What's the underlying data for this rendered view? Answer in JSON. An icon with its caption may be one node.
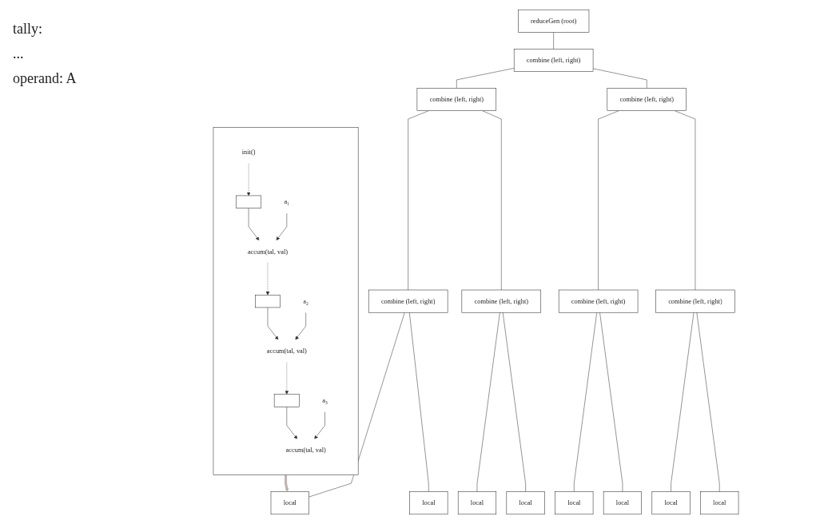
{
  "diagram": {
    "nodes": [
      {
        "text": [
          "reduceGen (root)"
        ]
      },
      {
        "text": [
          "combine (left, right)"
        ]
      },
      {
        "text": [
          "combine (left, right)"
        ]
      },
      {
        "text": [
          "combine (left, right)"
        ]
      },
      {
        "text": [
          "combine (left, right)"
        ]
      },
      {
        "text": [
          "combine (left, right)"
        ]
      },
      {
        "text": [
          "combine (left, right)"
        ]
      },
      {
        "text": [
          "combine (left, right)"
        ]
      },
      {
        "text": [
          "local"
        ]
      },
      {
        "text": [
          "local"
        ]
      },
      {
        "text": [
          "local"
        ]
      },
      {
        "text": [
          "local"
        ]
      },
      {
        "text": [
          "local"
        ]
      },
      {
        "text": [
          "local"
        ]
      },
      {
        "text": [
          "local"
        ]
      },
      {
        "text": [
          "local"
        ]
      },
      {
        "text": [],
        "shape": "box"
      },
      {
        "text": [],
        "shape": "box",
        "in": 16
      },
      {
        "text": [],
        "shape": "box",
        "in": 16
      },
      {
        "text": [],
        "shape": "box",
        "in": 16
      },
      {
        "text": [
          "init()"
        ],
        "in": 16
      },
      {
        "text": [
          "accum(tal, val)"
        ],
        "in": 16
      },
      {
        "text": [
          "accum(tal, val)"
        ],
        "in": 16
      },
      {
        "text": [
          "accum(tal, val)"
        ],
        "in": 16
      },
      {
        "text": [
          "a₁"
        ],
        "in": 16
      },
      {
        "text": [
          "a₂"
        ],
        "in": 16
      },
      {
        "text": [
          "a₃"
        ],
        "in": 16
      }
    ],
    "edges": [
      {
        "from": 0,
        "to": 1,
        "arrow": "none"
      },
      {
        "from": 1,
        "to": 2,
        "arrow": "none"
      },
      {
        "from": 1,
        "to": 3,
        "arrow": "none"
      },
      {
        "from": 2,
        "to": 4,
        "arrow": "none"
      },
      {
        "from": 2,
        "to": 5,
        "arrow": "none"
      },
      {
        "from": 3,
        "to": 6,
        "arrow": "none"
      },
      {
        "from": 3,
        "to": 7,
        "arrow": "none"
      },
      {
        "from": 4,
        "to": 8,
        "arrow": "none"
      },
      {
        "from": 4,
        "to": 9,
        "arrow": "none"
      },
      {
        "from": 5,
        "to": 10,
        "arrow": "none"
      },
      {
        "from": 5,
        "to": 11,
        "arrow": "none"
      },
      {
        "from": 6,
        "to": 12,
        "arrow": "none"
      },
      {
        "from": 6,
        "to": 13,
        "arrow": "none"
      },
      {
        "from": 7,
        "to": 14,
        "arrow": "none"
      },
      {
        "from": 7,
        "to": 15,
        "arrow": "none"
      },
      {
        "from": 16,
        "to": 8,
        "arrow": "to",
        "style": "thick",
        "color": "#bdb5b5"
      },
      {
        "from": 20,
        "to": 17,
        "arrow": "to",
        "style": "dashed"
      },
      {
        "from": 17,
        "to": 21,
        "arrow": "to"
      },
      {
        "from": 21,
        "to": 18,
        "arrow": "to",
        "style": "dashed"
      },
      {
        "from": 18,
        "to": 22,
        "arrow": "to"
      },
      {
        "from": 22,
        "to": 19,
        "arrow": "to",
        "style": "dashed"
      },
      {
        "from": 19,
        "to": 23,
        "arrow": "to"
      },
      {
        "from": 24,
        "to": 21,
        "arrow": "to"
      },
      {
        "from": 25,
        "to": 22,
        "arrow": "to"
      },
      {
        "from": 26,
        "to": 23,
        "arrow": "to"
      }
    ],
    "labels": [
      "tally:",
      "...",
      "operand: A"
    ]
  }
}
